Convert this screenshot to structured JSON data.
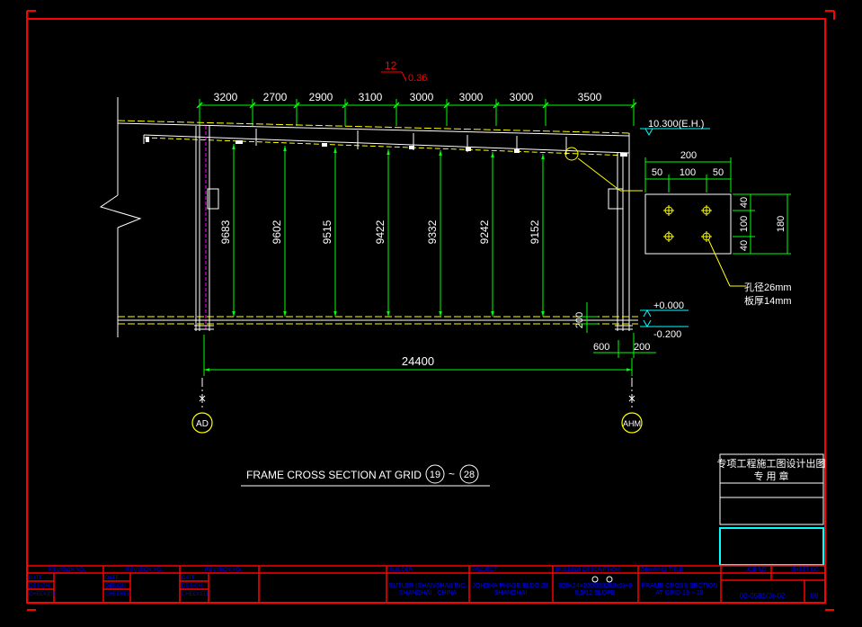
{
  "slope": {
    "rise": "12",
    "run": "0.36"
  },
  "top_dimensions": [
    "3200",
    "2700",
    "2900",
    "3100",
    "3000",
    "3000",
    "3000",
    "3500"
  ],
  "eave_elevation": "10.300(E.H.)",
  "column_heights": [
    "9683",
    "9602",
    "9515",
    "9422",
    "9332",
    "9242",
    "9152"
  ],
  "plate_detail": {
    "width": "200",
    "sub_widths": [
      "50",
      "100",
      "50"
    ],
    "sub_heights": [
      "40",
      "100",
      "40"
    ],
    "height": "180",
    "hole_note": "孔径26mm",
    "thickness_note": "板厚14mm"
  },
  "base_dims": {
    "h200": "200",
    "w600": "600",
    "w200": "200",
    "elev_top": "+0.000",
    "elev_bottom": "-0.200"
  },
  "overall_span": "24400",
  "grid_left": "AD",
  "grid_right": "AHM",
  "section_title": {
    "prefix": "FRAME CROSS SECTION AT GRID",
    "grid_from": "19",
    "tilde": "~",
    "grid_to": "28"
  },
  "stamp": {
    "line1": "专项工程施工图设计出图",
    "line2": "专 用 章"
  },
  "title_block": {
    "revision_headers": [
      "REVISION NO.",
      "REVISION NO.",
      "REVISION NO."
    ],
    "small_labels": [
      "DATE",
      "DESIGN",
      "CHECKED",
      "DATE",
      "DESIGN",
      "CHECKED",
      "DATE",
      "DESIGN",
      "CHECKED"
    ],
    "builder_header": "BUILDER",
    "builder_line1": "BUTLER (SHANGHAI) INC.",
    "builder_line2": "SHANGHAI , CHINA",
    "project_header": "PROJECT",
    "project_line1": "JOHSHA PHASE BLDG 2B",
    "project_line2": "SHANGHAI",
    "building_header": "BUILDING DESCRIPTION",
    "building_line1": "S35x24x10000(3200x6)+9",
    "building_line2": "0.5/12 SLOPE",
    "drawing_header": "DRAWING TITLE",
    "drawing_line1": "FRAME CROSS SECTION",
    "drawing_line2": "AT GRID 19 ~ 28",
    "dwg_no_header": "JOB NO.",
    "dwg_no": "02-0581(3)-02",
    "sheet_header": "SHEET NO.",
    "sheet": "08"
  }
}
